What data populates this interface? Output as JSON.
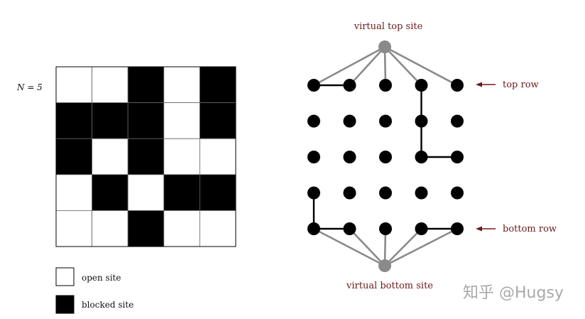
{
  "grid": {
    "n_label": "N = 5",
    "cells": [
      [
        0,
        0,
        1,
        0,
        1
      ],
      [
        1,
        1,
        1,
        0,
        1
      ],
      [
        1,
        0,
        1,
        0,
        0
      ],
      [
        0,
        1,
        0,
        1,
        1
      ],
      [
        0,
        0,
        1,
        0,
        0
      ]
    ]
  },
  "legend": {
    "open_label": "open site",
    "blocked_label": "blocked site"
  },
  "graph": {
    "top_label": "virtual top site",
    "bottom_label": "virtual bottom site",
    "top_row_label": "top row",
    "bottom_row_label": "bottom row",
    "edges": [
      [
        [
          0,
          0
        ],
        [
          0,
          1
        ]
      ],
      [
        [
          0,
          3
        ],
        [
          1,
          3
        ]
      ],
      [
        [
          1,
          3
        ],
        [
          2,
          3
        ]
      ],
      [
        [
          2,
          3
        ],
        [
          2,
          4
        ]
      ],
      [
        [
          3,
          0
        ],
        [
          4,
          0
        ]
      ],
      [
        [
          4,
          0
        ],
        [
          4,
          1
        ]
      ],
      [
        [
          4,
          3
        ],
        [
          4,
          4
        ]
      ]
    ]
  },
  "colors": {
    "label_dark_red": "#6b1a1a",
    "virtual_gray": "#8a8a8a",
    "node_black": "#000000"
  },
  "watermark": "知乎 @Hugsy"
}
